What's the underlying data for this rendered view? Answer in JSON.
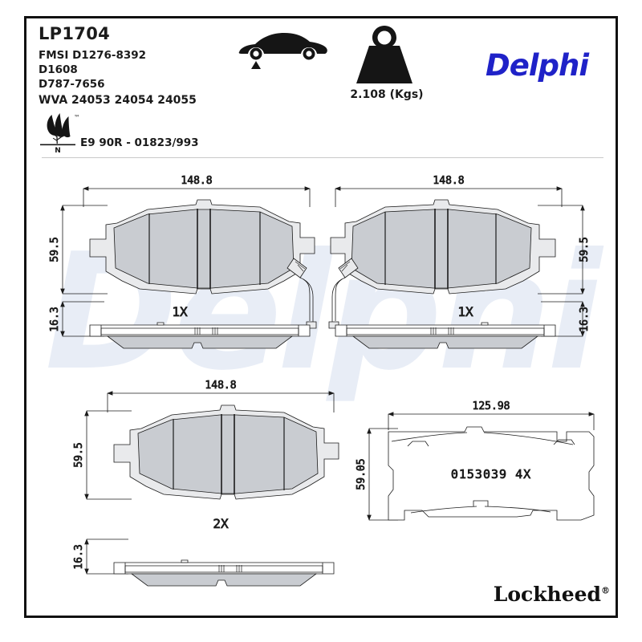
{
  "header": {
    "part_number": "LP1704",
    "fmsi_lines": [
      "FMSI D1276-8392",
      "D1608",
      "D787-7656"
    ],
    "wva": "WVA 24053 24054 24055",
    "ece_approval": "E9 90R - 01823/993",
    "weight": "2.108 (Kgs)",
    "axle_icon": "car-front-axle-icon",
    "weight_icon": "weight-kettlebell-icon",
    "eco_icon": "eco-leaf-icon",
    "eco_tm": "™",
    "eco_letter": "N"
  },
  "brands": {
    "primary": "Delphi",
    "primary_color": "#1f22c8",
    "secondary": "Lockheed",
    "secondary_mark": "®",
    "watermark": "Delphi",
    "watermark_color": "#e8edf6"
  },
  "drawings": {
    "pad_top_left": {
      "name": "brake-pad-front-view-left",
      "width_label": "148.8",
      "height_label": "59.5",
      "thickness_label": "16.3",
      "quantity_label": "1X",
      "has_wear_sensor": true
    },
    "pad_top_right": {
      "name": "brake-pad-front-view-right",
      "width_label": "148.8",
      "height_label": "59.5",
      "thickness_label": "16.3",
      "quantity_label": "1X",
      "has_wear_sensor": true
    },
    "pad_bottom_left": {
      "name": "brake-pad-front-view-plain",
      "width_label": "148.8",
      "height_label": "59.5",
      "thickness_label": "16.3",
      "quantity_label": "2X",
      "has_wear_sensor": false
    },
    "backplate_outline": {
      "name": "backplate-outline",
      "width_label": "125.98",
      "height_label": "59.05",
      "code_label": "0153039 4X"
    }
  },
  "colors": {
    "pad_fill": "#c9ccd1",
    "plate_fill": "#e9eaec",
    "line": "#1b1b1b",
    "frame": "#111111",
    "divider": "#c9c9c9"
  }
}
